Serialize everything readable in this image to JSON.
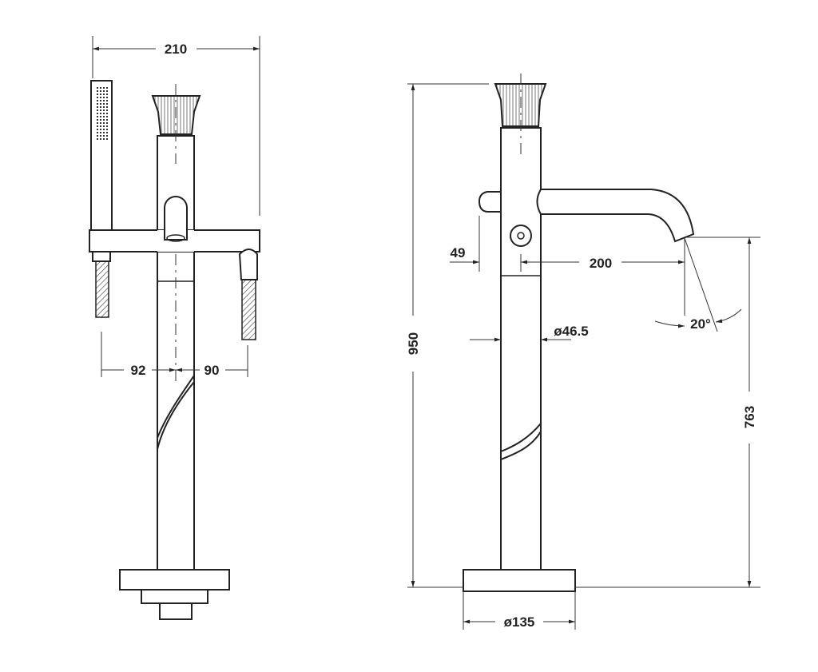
{
  "front_view": {
    "width_total": "210",
    "left_offset": "92",
    "right_offset": "90"
  },
  "side_view": {
    "height_total": "950",
    "spout_height": "763",
    "spout_reach": "200",
    "button_offset": "49",
    "pipe_diameter": "ø46.5",
    "spray_angle": "20°",
    "base_diameter": "ø135"
  },
  "colors": {
    "line": "#222222",
    "background": "#ffffff"
  }
}
